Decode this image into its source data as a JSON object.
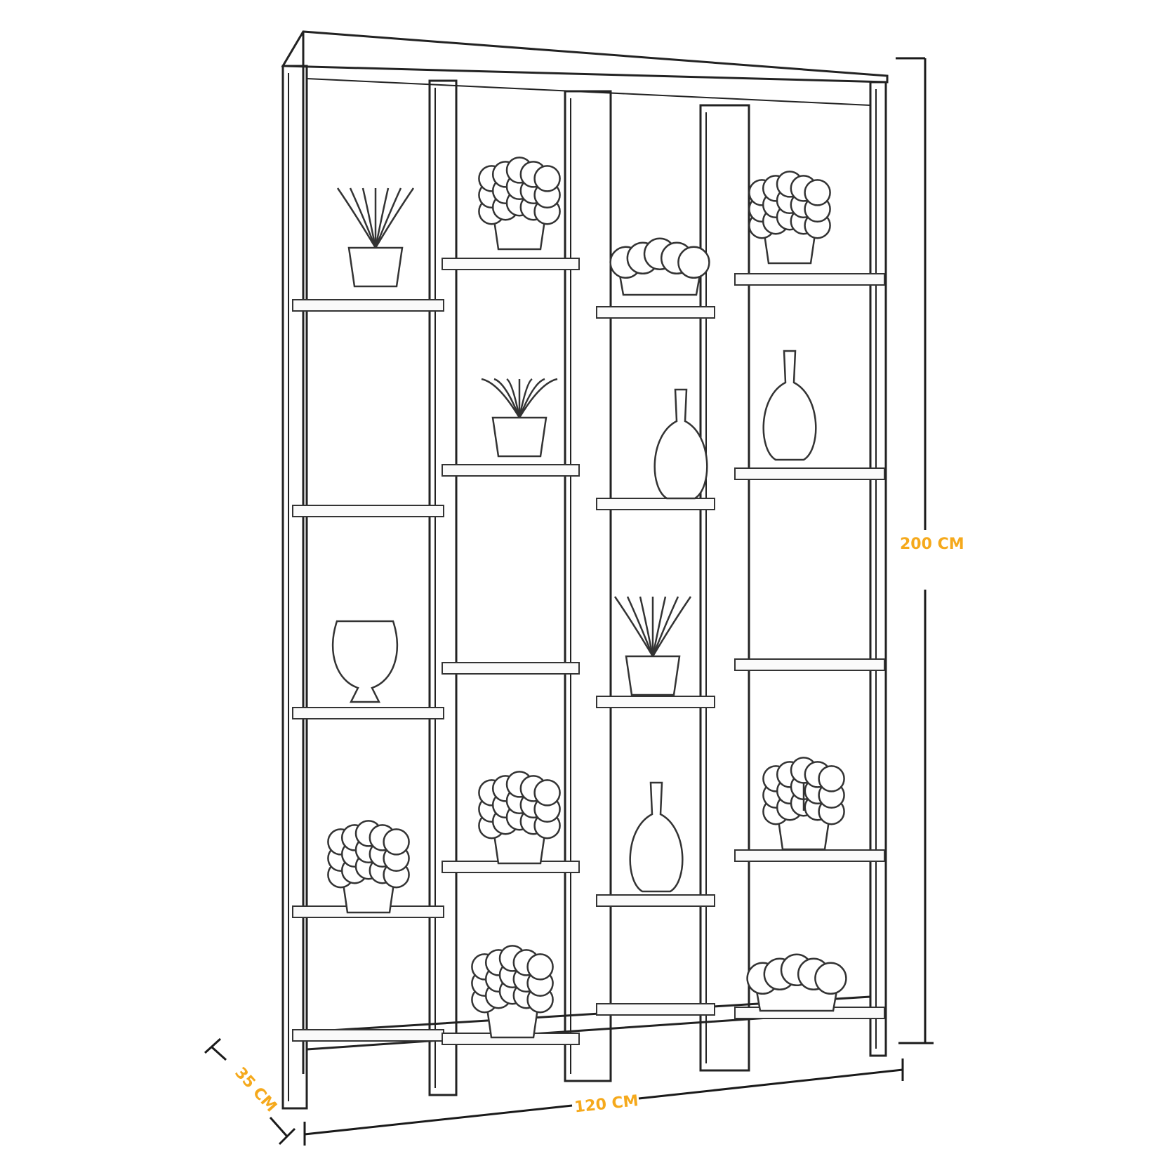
{
  "dimensions": {
    "height_label": "200 CM",
    "width_label": "120 CM",
    "depth_label": "35 CM"
  },
  "colors": {
    "label": "#f5a91c",
    "line": "#1a1a1a",
    "sketch": "#333333"
  },
  "objects": [
    "plant",
    "potted-flowers",
    "succulent-basket",
    "leafy-plant",
    "succulent",
    "vase",
    "vase",
    "urn",
    "flowering-plant",
    "bush",
    "amphora",
    "bonsai",
    "potted-shrub",
    "succulent-bowl"
  ]
}
